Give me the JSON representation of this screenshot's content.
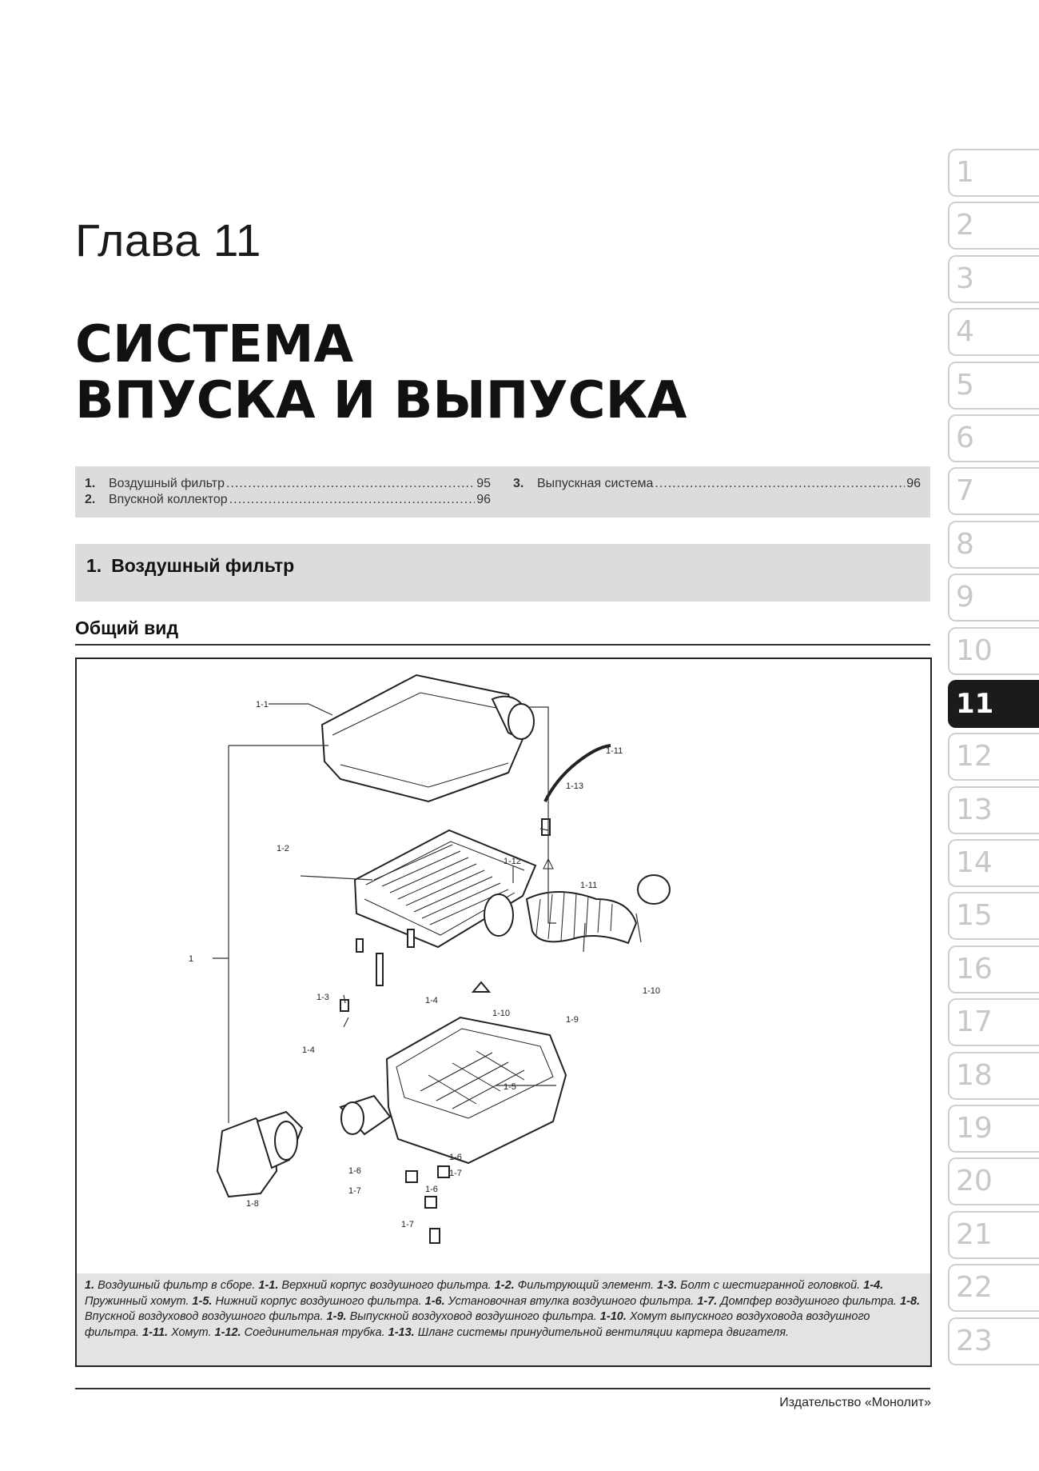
{
  "chapter": {
    "label": "Глава 11"
  },
  "title": {
    "line1": "СИСТЕМА",
    "line2": "ВПУСКА И ВЫПУСКА"
  },
  "toc": {
    "items": [
      {
        "num": "1.",
        "text": "Воздушный фильтр",
        "page": "95"
      },
      {
        "num": "2.",
        "text": "Впускной коллектор",
        "page": "96"
      },
      {
        "num": "3.",
        "text": "Выпускная система",
        "page": "96"
      }
    ]
  },
  "section": {
    "num": "1.",
    "title": "Воздушный фильтр"
  },
  "subheading": "Общий вид",
  "figure": {
    "labels": {
      "l1": "1",
      "l1_1": "1-1",
      "l1_2": "1-2",
      "l1_3": "1-3",
      "l1_4a": "1-4",
      "l1_4b": "1-4",
      "l1_5": "1-5",
      "l1_6a": "1-6",
      "l1_6b": "1-6",
      "l1_6c": "1-6",
      "l1_7a": "1-7",
      "l1_7b": "1-7",
      "l1_7c": "1-7",
      "l1_8": "1-8",
      "l1_9": "1-9",
      "l1_10a": "1-10",
      "l1_10b": "1-10",
      "l1_11a": "1-11",
      "l1_11b": "1-11",
      "l1_12": "1-12",
      "l1_13": "1-13"
    }
  },
  "caption": {
    "parts": [
      {
        "code": "1.",
        "text": " Воздушный фильтр в сборе. "
      },
      {
        "code": "1-1.",
        "text": " Верхний корпус воздушного фильтра. "
      },
      {
        "code": "1-2.",
        "text": " Фильтрующий элемент. "
      },
      {
        "code": "1-3.",
        "text": " Болт с шестигранной головкой. "
      },
      {
        "code": "1-4.",
        "text": " Пружинный хомут. "
      },
      {
        "code": "1-5.",
        "text": " Нижний корпус воздушного фильтра. "
      },
      {
        "code": "1-6.",
        "text": " Установочная втулка воздушного фильтра. "
      },
      {
        "code": "1-7.",
        "text": " Домпфер воздушного фильтра. "
      },
      {
        "code": "1-8.",
        "text": " Впускной воздуховод воздушного фильтра. "
      },
      {
        "code": "1-9.",
        "text": " Выпускной воздуховод воздушного фильтра. "
      },
      {
        "code": "1-10.",
        "text": " Хомут выпускного воздуховода воздушного фильтра. "
      },
      {
        "code": "1-11.",
        "text": " Хомут. "
      },
      {
        "code": "1-12.",
        "text": " Соединительная трубка. "
      },
      {
        "code": "1-13.",
        "text": " Шланг системы принудительной вентиляции картера двигателя."
      }
    ]
  },
  "publisher": "Издательство «Монолит»",
  "tabs": [
    "1",
    "2",
    "3",
    "4",
    "5",
    "6",
    "7",
    "8",
    "9",
    "10",
    "11",
    "12",
    "13",
    "14",
    "15",
    "16",
    "17",
    "18",
    "19",
    "20",
    "21",
    "22",
    "23"
  ],
  "active_tab": "11"
}
